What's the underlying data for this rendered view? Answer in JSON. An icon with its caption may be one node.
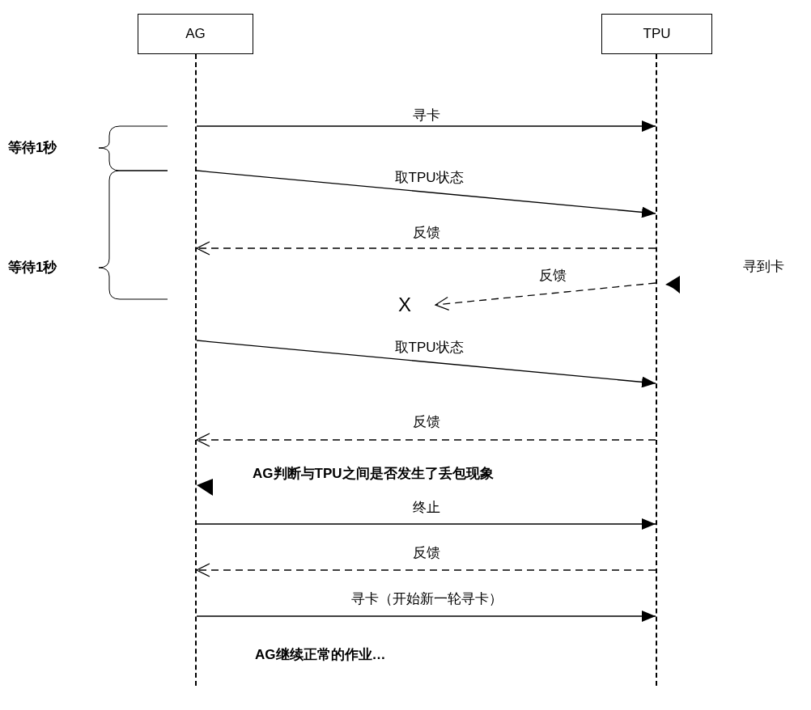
{
  "diagram": {
    "nodes": [
      {
        "text": [
          "AG"
        ]
      },
      {
        "text": [
          "TPU"
        ]
      },
      {
        "text": [],
        "shape": "bar"
      },
      {
        "text": [],
        "shape": "bar"
      },
      {
        "text": [
          "X"
        ]
      }
    ],
    "edges": [
      {
        "from": 2,
        "to": 3,
        "arrow": "to",
        "label": "寻卡"
      },
      {
        "from": 2,
        "to": 3,
        "arrow": "to",
        "label": "取TPU状态"
      },
      {
        "from": 3,
        "to": 2,
        "arrow": "to",
        "label": "反馈",
        "style": "dashed"
      },
      {
        "from": 3,
        "to": 4,
        "arrow": "to",
        "label": "反馈",
        "style": "dashed"
      },
      {
        "from": 2,
        "to": 3,
        "arrow": "to",
        "label": "取TPU状态"
      },
      {
        "from": 3,
        "to": 2,
        "arrow": "to",
        "label": "反馈",
        "style": "dashed"
      },
      {
        "from": 2,
        "to": 3,
        "arrow": "to",
        "label": "终止"
      },
      {
        "from": 3,
        "to": 2,
        "arrow": "to",
        "label": "反馈",
        "style": "dashed"
      },
      {
        "from": 2,
        "to": 3,
        "arrow": "to",
        "label": "寻卡（开始新一轮寻卡）"
      }
    ],
    "labels": [
      "等待1秒",
      "等待1秒",
      "寻到卡",
      "AG判断与TPU之间是否发生了丢包现象",
      "AG继续正常的作业…"
    ]
  }
}
